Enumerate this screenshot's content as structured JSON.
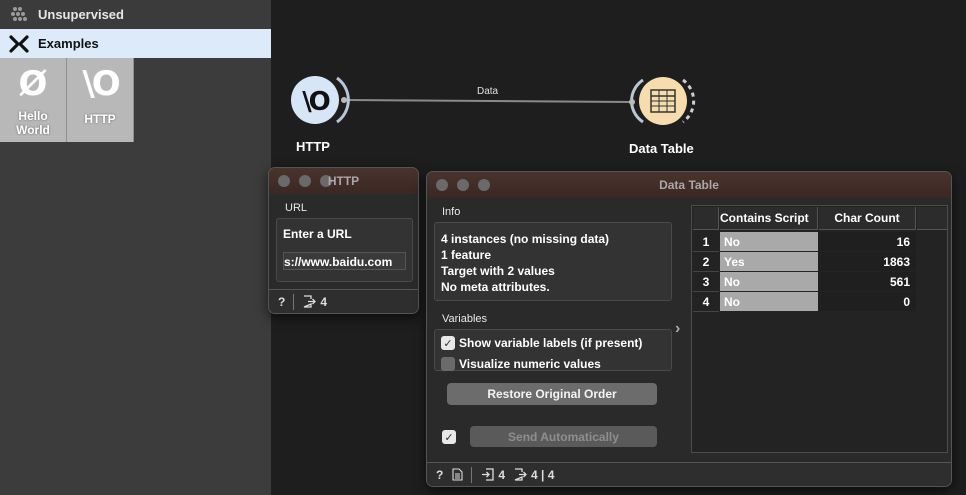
{
  "sidebar": {
    "categories": [
      {
        "label": "Unsupervised",
        "icon": "unsupervised-dots-icon"
      },
      {
        "label": "Examples",
        "icon": "examples-x-icon"
      }
    ],
    "widgets": [
      {
        "glyph": "Ø",
        "label_line1": "Hello",
        "label_line2": "World"
      },
      {
        "glyph": "\\O",
        "label_line1": "HTTP",
        "label_line2": ""
      }
    ]
  },
  "canvas": {
    "nodes": [
      {
        "label": "HTTP",
        "icon": "\\O"
      },
      {
        "label": "Data Table",
        "icon": "table-grid-icon"
      }
    ],
    "link_label": "Data"
  },
  "http_window": {
    "title": "HTTP",
    "url_section": "URL",
    "url_label": "Enter a URL",
    "url_value": "s://www.baidu.com",
    "footer_count": "4"
  },
  "data_table_window": {
    "title": "Data Table",
    "info_label": "Info",
    "info_lines": [
      "4 instances (no missing data)",
      "1 feature",
      "Target with 2 values",
      "No meta attributes."
    ],
    "variables_label": "Variables",
    "show_labels": "Show variable labels (if present)",
    "visualize_numeric": "Visualize numeric values",
    "restore_button": "Restore Original Order",
    "send_button": "Send Automatically",
    "footer_in": "4",
    "footer_out": "4 | 4",
    "columns": [
      "Contains Script",
      "Char Count"
    ],
    "rows": [
      {
        "n": "1",
        "cat": "No",
        "num": "16"
      },
      {
        "n": "2",
        "cat": "Yes",
        "num": "1863"
      },
      {
        "n": "3",
        "cat": "No",
        "num": "561"
      },
      {
        "n": "4",
        "cat": "No",
        "num": "0"
      }
    ]
  }
}
